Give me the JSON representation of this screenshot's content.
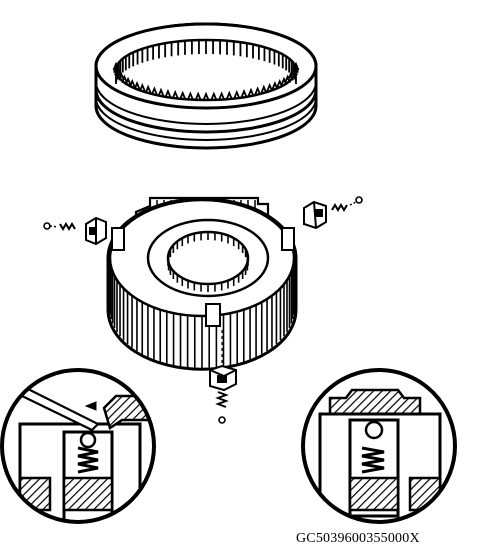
{
  "figure": {
    "code": "GC5039600355000X",
    "components": [
      {
        "id": "sleeve",
        "icon": "synchronizer-sleeve-icon"
      },
      {
        "id": "hub",
        "icon": "synchronizer-hub-icon"
      },
      {
        "id": "key-left",
        "icon": "shifting-key-icon"
      },
      {
        "id": "key-right",
        "icon": "shifting-key-icon"
      },
      {
        "id": "key-bottom",
        "icon": "shifting-key-icon"
      },
      {
        "id": "spring-ball-left",
        "icon": "spring-ball-icon"
      },
      {
        "id": "spring-ball-right",
        "icon": "spring-ball-icon"
      },
      {
        "id": "spring-ball-bottom",
        "icon": "spring-ball-icon"
      },
      {
        "id": "detail-left",
        "icon": "detail-magnifier-icon"
      },
      {
        "id": "detail-right",
        "icon": "detail-magnifier-icon"
      }
    ],
    "colors": {
      "ink": "#000000",
      "paper": "#ffffff"
    }
  }
}
